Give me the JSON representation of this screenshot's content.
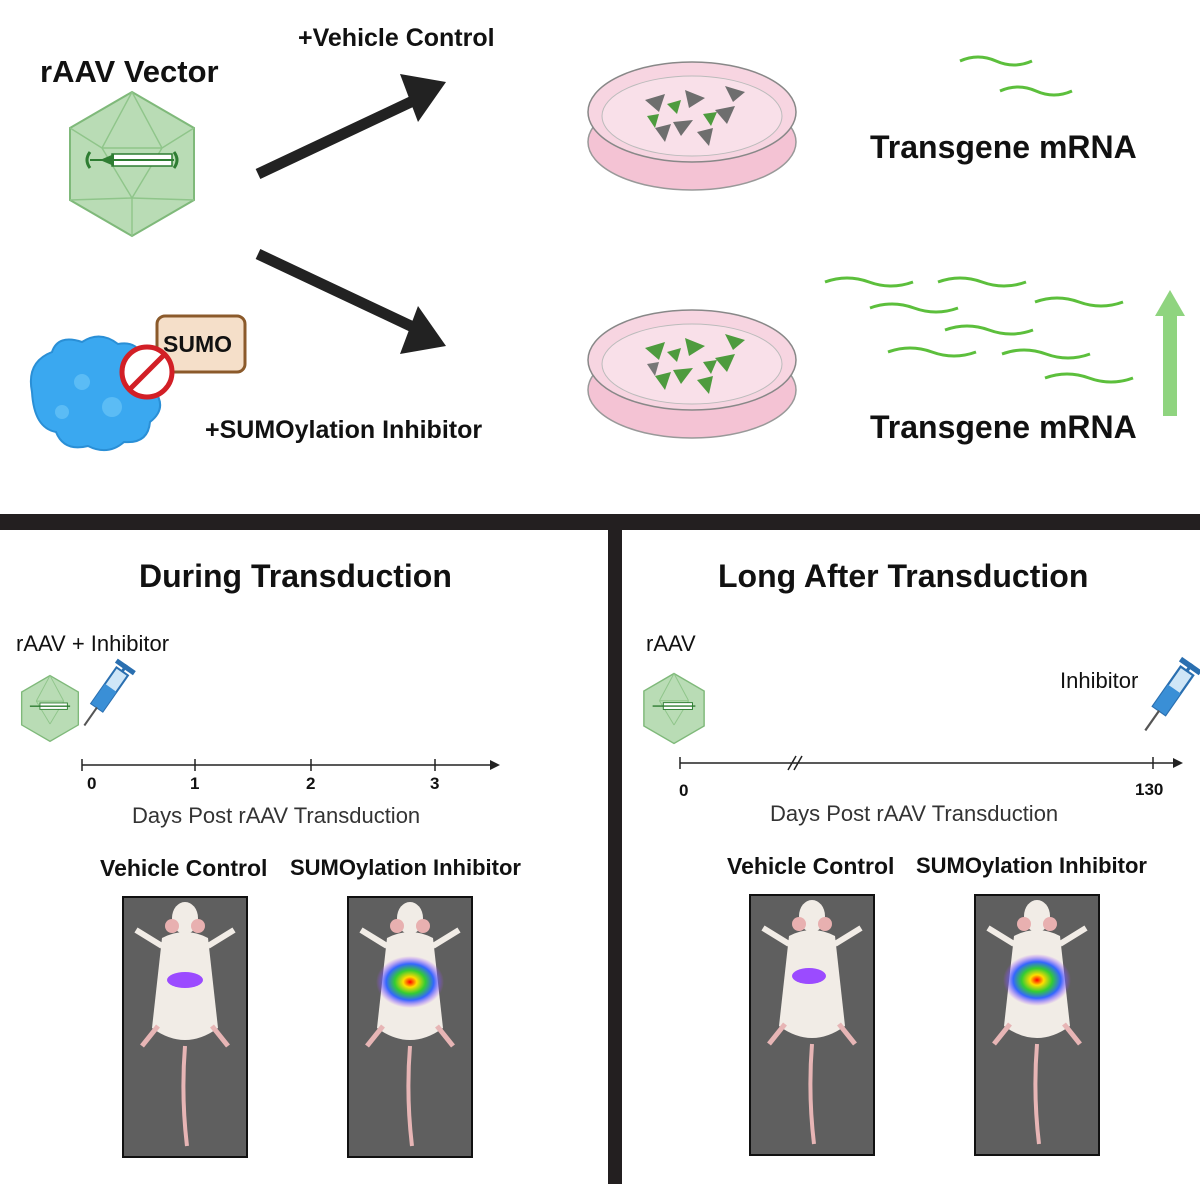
{
  "top": {
    "vector_label": "rAAV Vector",
    "vehicle_label": "+Vehicle Control",
    "inhibitor_label": "+SUMOylation Inhibitor",
    "sumo_label": "SUMO",
    "mrna_label_top": "Transgene mRNA",
    "mrna_label_bottom": "Transgene mRNA"
  },
  "bottom_left": {
    "title": "During Transduction",
    "injection_label": "rAAV + Inhibitor",
    "axis_label": "Days Post rAAV Transduction",
    "ticks": [
      "0",
      "1",
      "2",
      "3"
    ],
    "mouse_labels": [
      "Vehicle Control",
      "SUMOylation Inhibitor"
    ]
  },
  "bottom_right": {
    "title": "Long After Transduction",
    "injection_label": "rAAV",
    "inhibitor_label": "Inhibitor",
    "axis_label": "Days Post rAAV Transduction",
    "ticks": [
      "0",
      "130"
    ],
    "mouse_labels": [
      "Vehicle Control",
      "SUMOylation Inhibitor"
    ]
  },
  "colors": {
    "capsid_green": "#b9dcb5",
    "protein_blue": "#3aa8f0",
    "mrna_green": "#5cbf3c",
    "up_arrow": "#8fd47f",
    "dish_pink": "#f6cfdc",
    "panel_dark": "#231f20",
    "mouse_bg": "#5f5f5f"
  }
}
